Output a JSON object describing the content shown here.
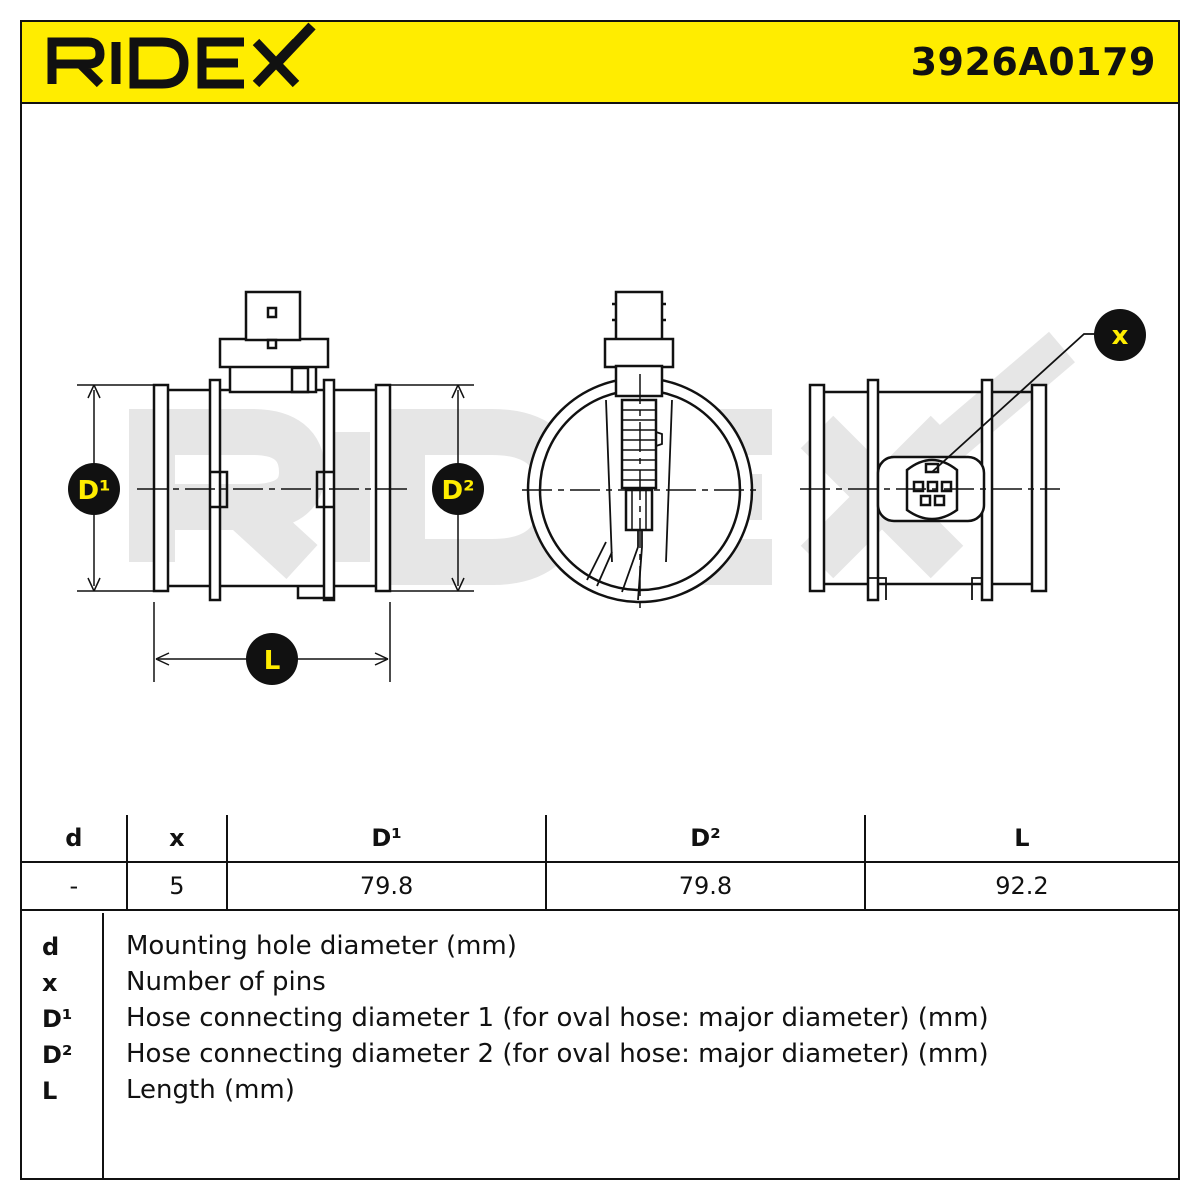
{
  "header": {
    "brand": "RIDEX",
    "part_number": "3926A0179",
    "background_color": "#ffed00"
  },
  "diagram": {
    "watermark": "RIDEX",
    "callouts": {
      "d1": "D¹",
      "d2": "D²",
      "l": "L",
      "x": "x"
    }
  },
  "spec_table": {
    "headers": [
      "d",
      "x",
      "D¹",
      "D²",
      "L"
    ],
    "values": [
      "-",
      "5",
      "79.8",
      "79.8",
      "92.2"
    ]
  },
  "legend": [
    {
      "symbol": "d",
      "description": "Mounting hole diameter (mm)"
    },
    {
      "symbol": "x",
      "description": "Number of pins"
    },
    {
      "symbol": "D¹",
      "description": "Hose connecting diameter 1 (for oval hose: major diameter) (mm)"
    },
    {
      "symbol": "D²",
      "description": "Hose connecting diameter 2 (for oval hose: major diameter) (mm)"
    },
    {
      "symbol": "L",
      "description": "Length (mm)"
    }
  ]
}
